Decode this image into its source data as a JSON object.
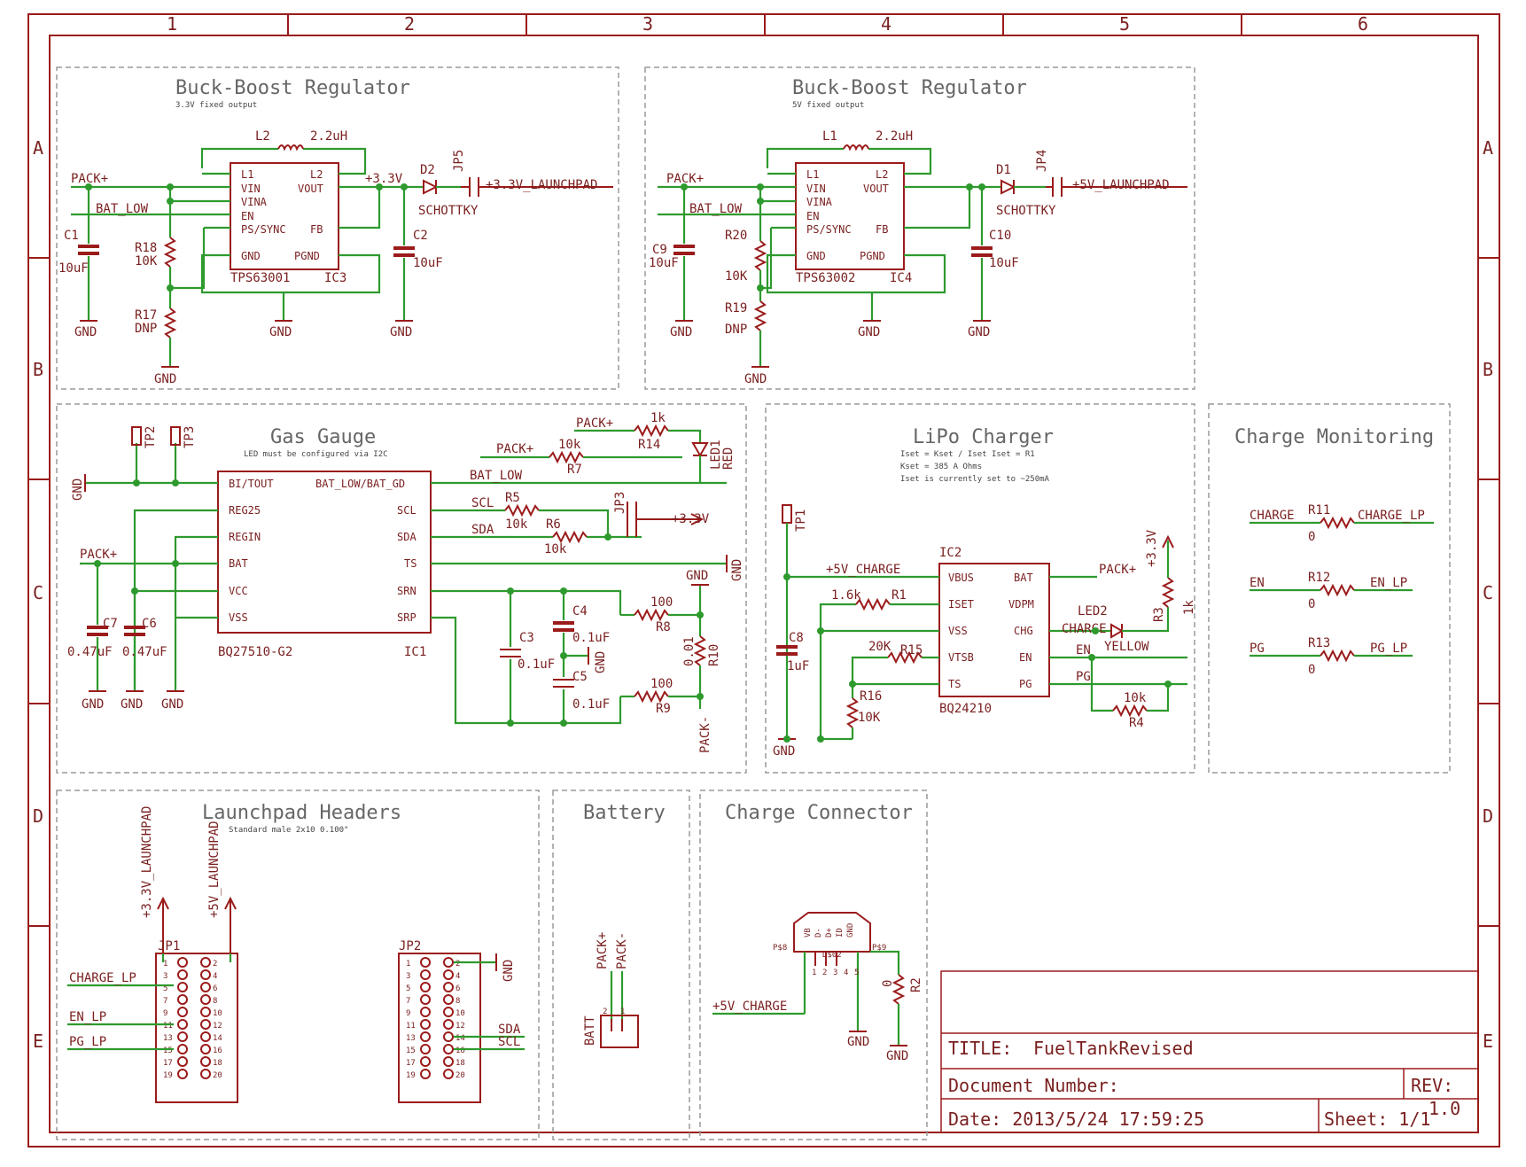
{
  "frame": {
    "col_labels": [
      "1",
      "2",
      "3",
      "4",
      "5",
      "6"
    ],
    "row_labels": [
      "A",
      "B",
      "C",
      "D",
      "E"
    ]
  },
  "sections": {
    "buck1": {
      "title": "Buck-Boost Regulator",
      "sub": "3.3V fixed output"
    },
    "buck2": {
      "title": "Buck-Boost Regulator",
      "sub": "5V fixed output"
    },
    "gas": {
      "title": "Gas Gauge",
      "sub": "LED must be configured via I2C"
    },
    "lipo": {
      "title": "LiPo Charger",
      "sub1": "Iset = Kset / Iset    Iset = R1",
      "sub2": "Kset = 385 A Ohms",
      "sub3": "Iset is currently set to ~250mA"
    },
    "chmon": {
      "title": "Charge Monitoring"
    },
    "lp": {
      "title": "Launchpad Headers",
      "sub": "Standard male 2x10 0.100\""
    },
    "batt": {
      "title": "Battery"
    },
    "chconn": {
      "title": "Charge Connector"
    }
  },
  "title_block": {
    "title_label": "TITLE:",
    "title_value": "FuelTankRevised",
    "docnum_label": "Document Number:",
    "rev_label": "REV:",
    "rev_value": "1.0",
    "date": "Date: 2013/5/24 17:59:25",
    "sheet": "Sheet: 1/1"
  },
  "buck1": {
    "ic": "TPS63001",
    "ref": "IC3",
    "pins_left": [
      "L1",
      "VIN",
      "VINA",
      "EN",
      "PS/SYNC",
      "GND"
    ],
    "pins_right": [
      "L2",
      "VOUT",
      "FB",
      "PGND"
    ],
    "L": "L2",
    "Lval": "2.2uH",
    "C_in": "C1",
    "C_in_val": "10uF",
    "C_out": "C2",
    "C_out_val": "10uF",
    "R_top": "R18",
    "R_top_val": "10K",
    "R_bot": "R17",
    "R_bot_val": "DNP",
    "diode": "D2",
    "diode_val": "SCHOTTKY",
    "jumper": "JP5",
    "net_in": "PACK+",
    "net_bat": "BAT_LOW",
    "net_out": "+3.3V",
    "net_lp": "+3.3V_LAUNCHPAD",
    "gnd": "GND"
  },
  "buck2": {
    "ic": "TPS63002",
    "ref": "IC4",
    "pins_left": [
      "L1",
      "VIN",
      "VINA",
      "EN",
      "PS/SYNC",
      "GND"
    ],
    "pins_right": [
      "L2",
      "VOUT",
      "FB",
      "PGND"
    ],
    "L": "L1",
    "Lval": "2.2uH",
    "C_in": "C9",
    "C_in_val": "10uF",
    "C_out": "C10",
    "C_out_val": "10uF",
    "R_top": "R20",
    "R_top_val": "10K",
    "R_bot": "R19",
    "R_bot_val": "DNP",
    "diode": "D1",
    "diode_val": "SCHOTTKY",
    "jumper": "JP4",
    "net_in": "PACK+",
    "net_bat": "BAT_LOW",
    "net_lp": "+5V_LAUNCHPAD",
    "gnd": "GND"
  },
  "gas": {
    "ic": "BQ27510-G2",
    "ref": "IC1",
    "pins_left": [
      "BI/TOUT",
      "REG25",
      "REGIN",
      "BAT",
      "VCC",
      "VSS"
    ],
    "pins_right": [
      "BAT_LOW/BAT_GD",
      "SCL",
      "SDA",
      "TS",
      "SRN",
      "SRP"
    ],
    "tp2": "TP2",
    "tp3": "TP3",
    "r14": "R14",
    "r14_val": "1k",
    "r7": "R7",
    "r7_val": "10k",
    "r5": "R5",
    "r5_val": "10k",
    "r6": "R6",
    "r6_val": "10k",
    "r8": "R8",
    "r8_val": "100",
    "r9": "R9",
    "r9_val": "100",
    "r10": "R10",
    "r10_val": "0.01",
    "c3": "C3",
    "c3_val": "0.1uF",
    "c4": "C4",
    "c4_val": "0.1uF",
    "c5": "C5",
    "c5_val": "0.1uF",
    "c6": "C6",
    "c6_val": "0.47uF",
    "c7": "C7",
    "c7_val": "0.47uF",
    "led": "LED1",
    "led_val": "RED",
    "jp3": "JP3",
    "net_pack": "PACK+",
    "net_batlow": "BAT_LOW",
    "net_scl": "SCL",
    "net_sda": "SDA",
    "net_33": "+3.3V",
    "net_packm": "PACK-",
    "gnd": "GND"
  },
  "lipo": {
    "ic": "BQ24210",
    "ref": "IC2",
    "pins_left": [
      "VBUS",
      "ISET",
      "VSS",
      "VTSB",
      "TS"
    ],
    "pins_right": [
      "BAT",
      "VDPM",
      "CHG",
      "EN",
      "PG"
    ],
    "tp1": "TP1",
    "r1": "R1",
    "r1_val": "1.6k",
    "r15": "R15",
    "r15_val": "20K",
    "r16": "R16",
    "r16_val": "10K",
    "r3": "R3",
    "r3_val": "1k",
    "r4": "R4",
    "r4_val": "10k",
    "c8": "C8",
    "c8_val": "1uF",
    "led": "LED2",
    "led_val": "YELLOW",
    "net_5v": "+5V_CHARGE",
    "net_pack": "PACK+",
    "net_33": "+3.3V",
    "net_charge": "CHARGE",
    "net_en": "EN",
    "net_pg": "PG",
    "gnd": "GND"
  },
  "chmon": {
    "rows": [
      {
        "left": "CHARGE",
        "ref": "R11",
        "val": "0",
        "right": "CHARGE_LP"
      },
      {
        "left": "EN",
        "ref": "R12",
        "val": "0",
        "right": "EN_LP"
      },
      {
        "left": "PG",
        "ref": "R13",
        "val": "0",
        "right": "PG_LP"
      }
    ]
  },
  "lp": {
    "jp1": "JP1",
    "jp2": "JP2",
    "net_33": "+3.3V_LAUNCHPAD",
    "net_5": "+5V_LAUNCHPAD",
    "charge_lp": "CHARGE_LP",
    "en_lp": "EN_LP",
    "pg_lp": "PG_LP",
    "sda": "SDA",
    "scl": "SCL",
    "gnd": "GND",
    "odd": [
      "1",
      "3",
      "5",
      "7",
      "9",
      "11",
      "13",
      "15",
      "17",
      "19"
    ],
    "even": [
      "2",
      "4",
      "6",
      "8",
      "10",
      "12",
      "14",
      "16",
      "18",
      "20"
    ]
  },
  "batt": {
    "ref": "BATT",
    "pack_plus": "PACK+",
    "pack_minus": "PACK-",
    "p2": "2",
    "p1": "1"
  },
  "chconn": {
    "pins": [
      "VB",
      "D-",
      "D+",
      "ID",
      "GND"
    ],
    "pnums": [
      "1",
      "2",
      "3",
      "4",
      "5"
    ],
    "ps8": "P$8",
    "ps9": "P$9",
    "ref": "D$02",
    "r2": "R2",
    "r2_val": "0",
    "net_5v": "+5V_CHARGE",
    "gnd": "GND"
  }
}
